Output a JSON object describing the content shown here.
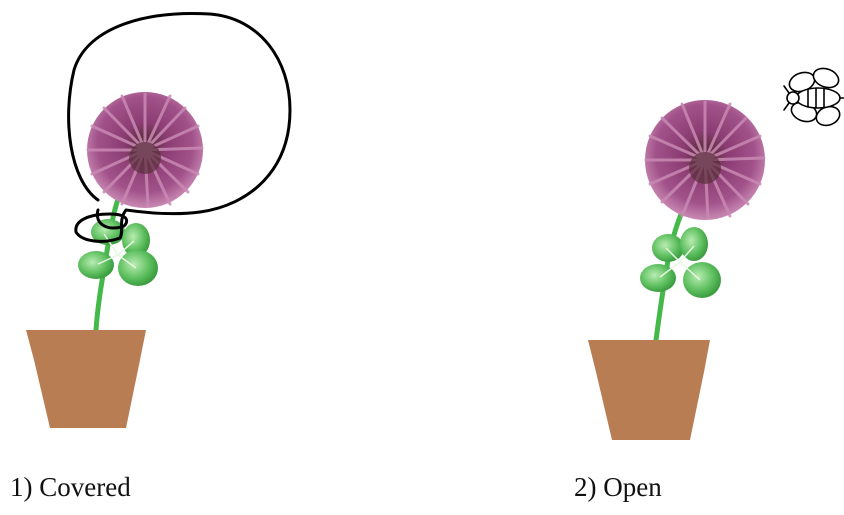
{
  "panels": [
    {
      "caption": "1) Covered",
      "state": "covered"
    },
    {
      "caption": "2) Open",
      "state": "open"
    }
  ],
  "icons": [
    "flower-icon",
    "pot-icon",
    "clover-leaf-icon",
    "bee-icon",
    "cover-outline"
  ],
  "colors": {
    "petal": "#9c4a82",
    "petal_dark": "#6e2f5a",
    "petal_light": "#c98ab4",
    "stem": "#44b94a",
    "leaf": "#58b85a",
    "leaf_light": "#a6e0a0",
    "pot": "#b97d54",
    "cover_line": "#000000"
  }
}
